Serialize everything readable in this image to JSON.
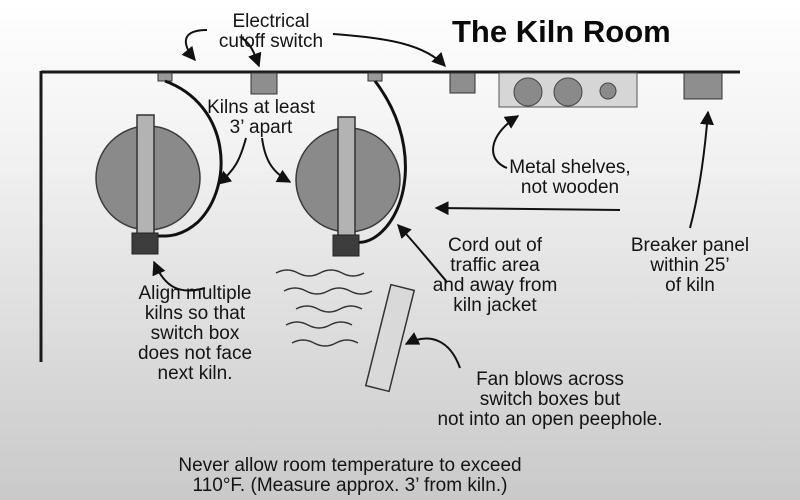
{
  "title": "The Kiln Room",
  "labels": {
    "cutoff_switch": "Electrical\ncutoff switch",
    "kilns_apart": "Kilns at least\n3’ apart",
    "metal_shelves": "Metal shelves,\nnot wooden",
    "cord": "Cord out of\ntraffic area\nand away from\nkiln jacket",
    "breaker": "Breaker panel\nwithin 25’\nof kiln",
    "align": "Align multiple\nkilns so that\nswitch box\ndoes not face\nnext kiln.",
    "fan": "Fan blows across\nswitch boxes but\nnot into an open peephole.",
    "temperature": "Never allow room temperature to exceed\n110°F. (Measure approx. 3’ from kiln.)"
  },
  "colors": {
    "wall": "#1a1a1a",
    "kiln_fill": "#8a8a8a",
    "box_fill": "#9a9a9a",
    "switch_box": "#3c3c3c",
    "shelf_fill": "#d6d6d6",
    "fan_fill": "#d9d9d9"
  }
}
